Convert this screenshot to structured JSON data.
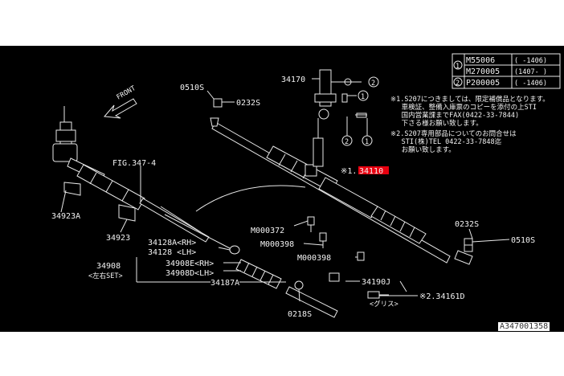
{
  "diagram_id": "A347001358",
  "front_label": "FRONT",
  "highlighted_part": "34110",
  "highlight_prefix": "※1.",
  "fig_ref": "FIG.347-4",
  "parts": {
    "p34923A": "34923A",
    "p34923": "34923",
    "p0510S_top": "0510S",
    "p0232S_top": "0232S",
    "p34170": "34170",
    "p34128A": "34128A<RH>",
    "p34128": "34128 <LH>",
    "p34908": "34908",
    "p34908_sub": "<左右SET>",
    "p34908E": "34908E<RH>",
    "p34908D": "34908D<LH>",
    "p34187A": "34187A",
    "p0218S": "0218S",
    "pM000372": "M000372",
    "pM000398a": "M000398",
    "pM000398b": "M000398",
    "p0232S_right": "0232S",
    "p0510S_right": "0510S",
    "p34190J": "34190J",
    "p34161D": "※2.34161D",
    "grease": "<グリス>"
  },
  "callouts": [
    "1",
    "2"
  ],
  "table": [
    {
      "mark": "1",
      "code": "M55006",
      "range": "( -1406)"
    },
    {
      "mark": "",
      "code": "M270005",
      "range": "(1407- )"
    },
    {
      "mark": "2",
      "code": "P200005",
      "range": "( -1406)"
    }
  ],
  "notes": [
    "※1.S207につきましては、限定補償品となります。",
    "　 車検証、整備入庫票のコピーを添付の上STI",
    "　 国内営業課までFAX(0422-33-7844)",
    "　 下さる様お願い致します。",
    "※2.S207専用部品についてのお問合せは",
    "　 STI(株)TEL 0422-33-7848迄",
    "　 お願い致します。"
  ]
}
